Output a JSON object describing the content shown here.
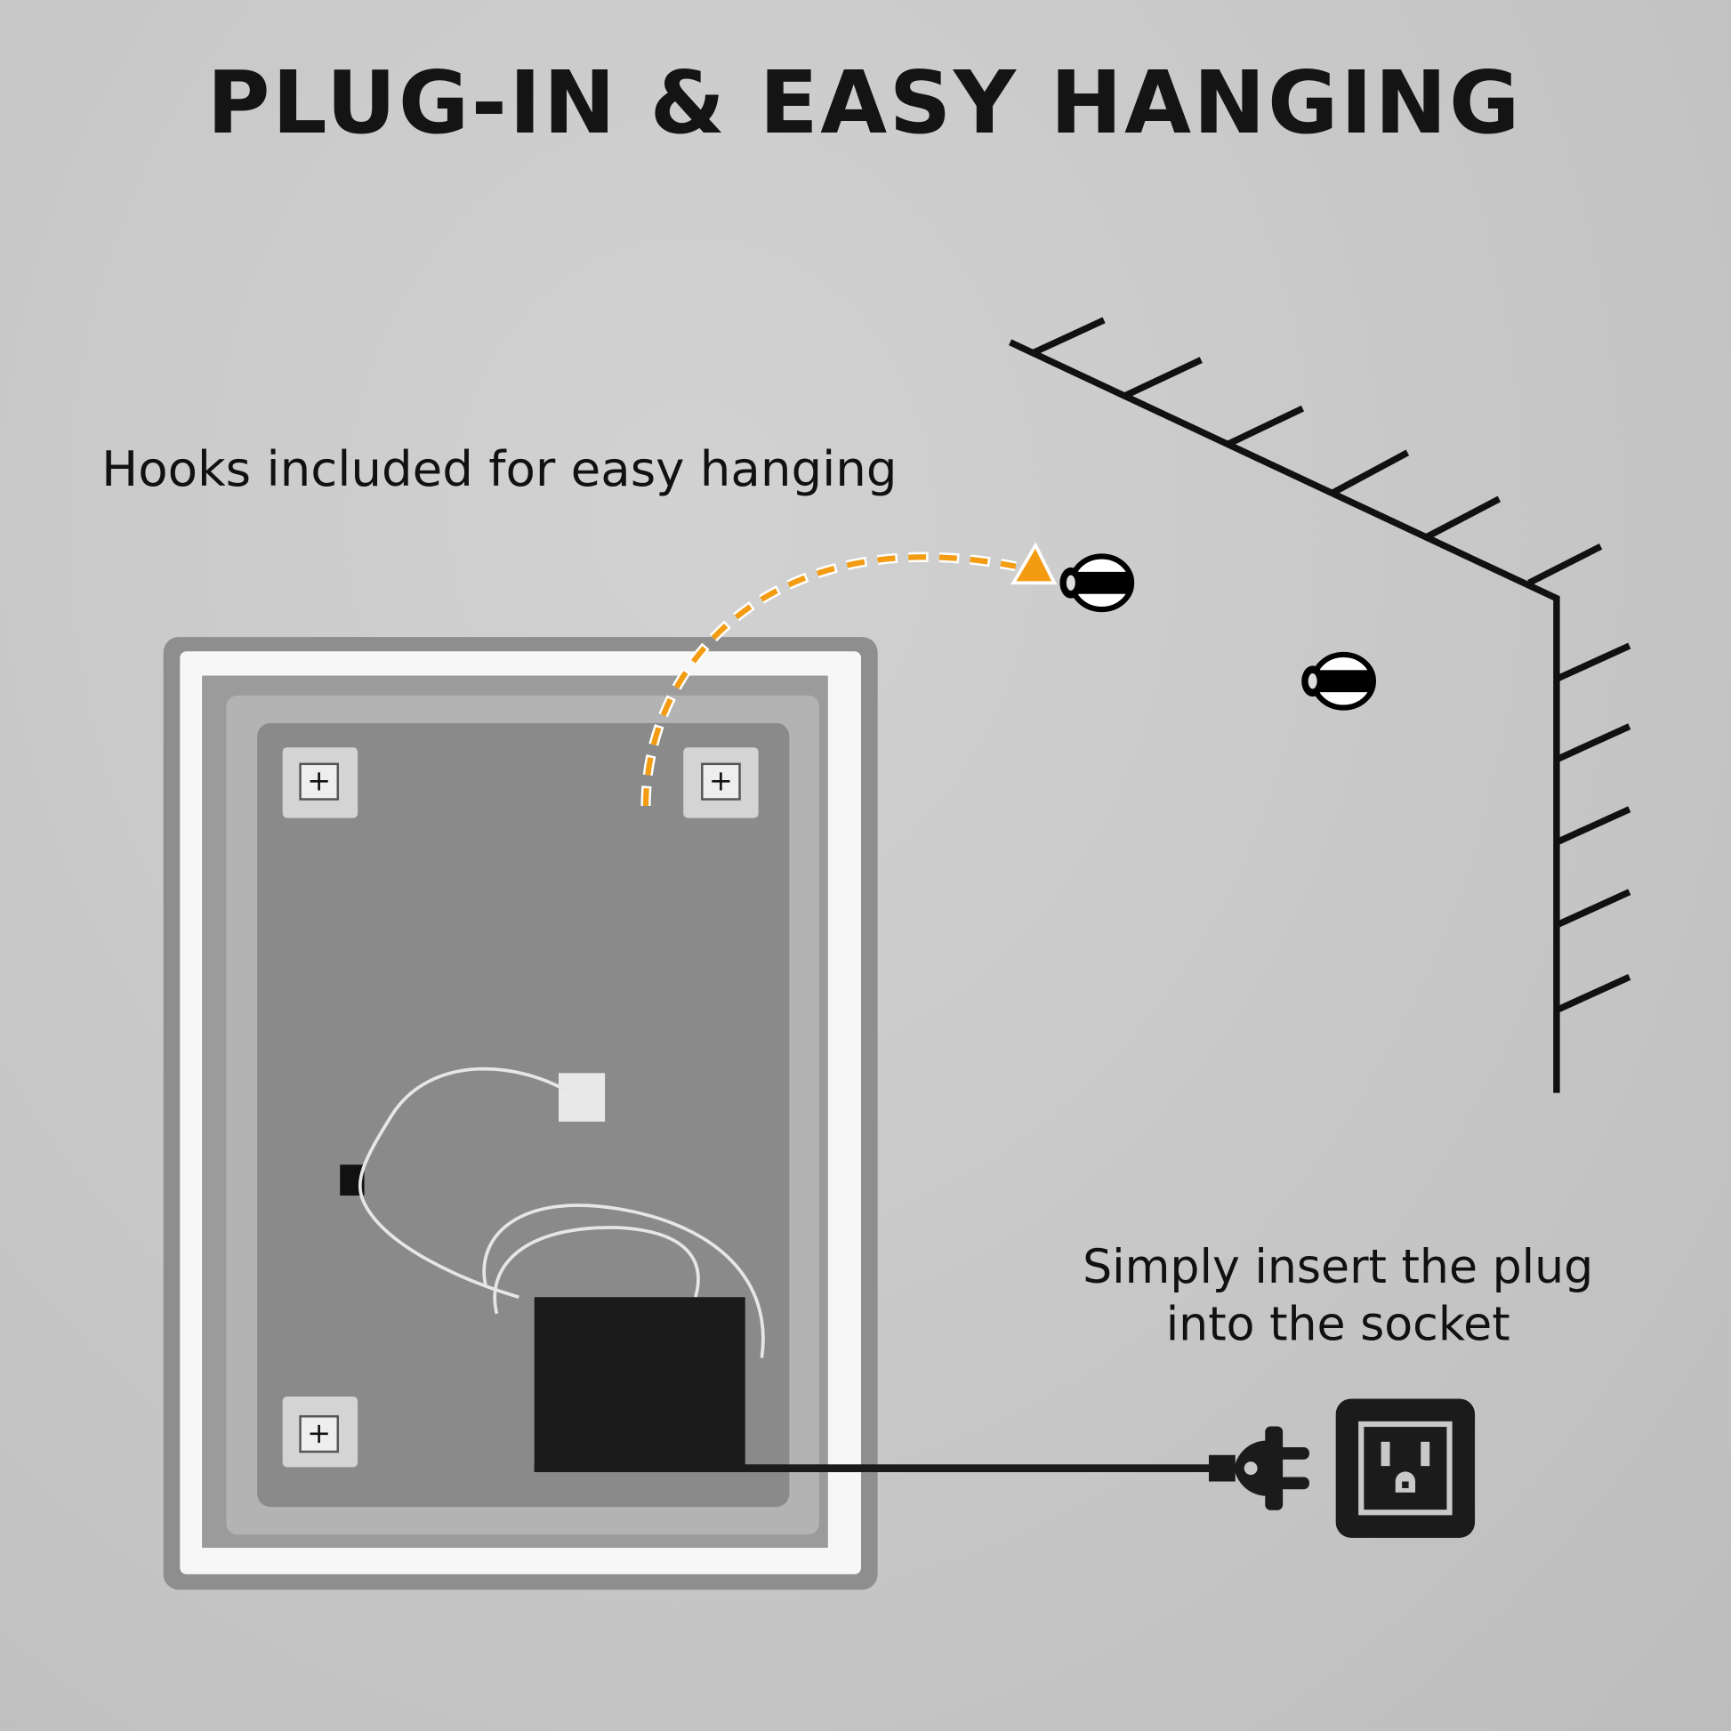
{
  "title": "PLUG-IN & EASY HANGING",
  "hooks_caption": "Hooks included for easy hanging",
  "plug_caption": [
    "Simply insert the plug",
    "into the socket"
  ],
  "colors": {
    "accent": "#f39c12",
    "ink": "#141414",
    "wall": "#c9c9c9"
  },
  "icons": [
    "wall-section-icon",
    "wall-hook-icon",
    "dashed-arrow-icon",
    "mirror-back-illustration",
    "plug-icon",
    "socket-icon"
  ]
}
